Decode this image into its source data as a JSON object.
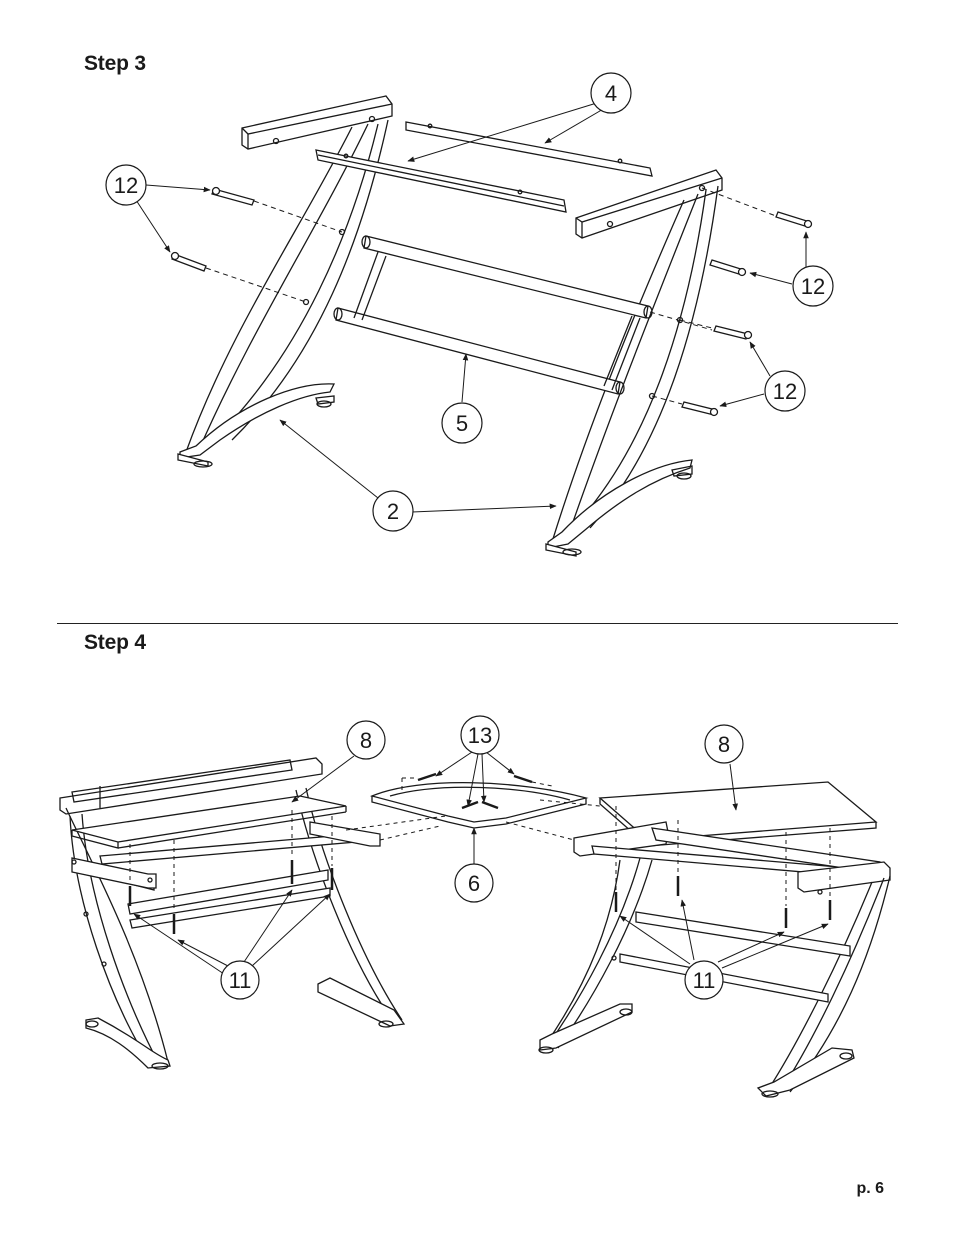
{
  "step3": {
    "title": "Step 3",
    "callouts": {
      "c4": "4",
      "c12a": "12",
      "c12b": "12",
      "c12c": "12",
      "c5": "5",
      "c2": "2"
    }
  },
  "step4": {
    "title": "Step 4",
    "callouts": {
      "c8a": "8",
      "c13": "13",
      "c8b": "8",
      "c6": "6",
      "c11a": "11",
      "c11b": "11"
    }
  },
  "page_number": "p. 6"
}
